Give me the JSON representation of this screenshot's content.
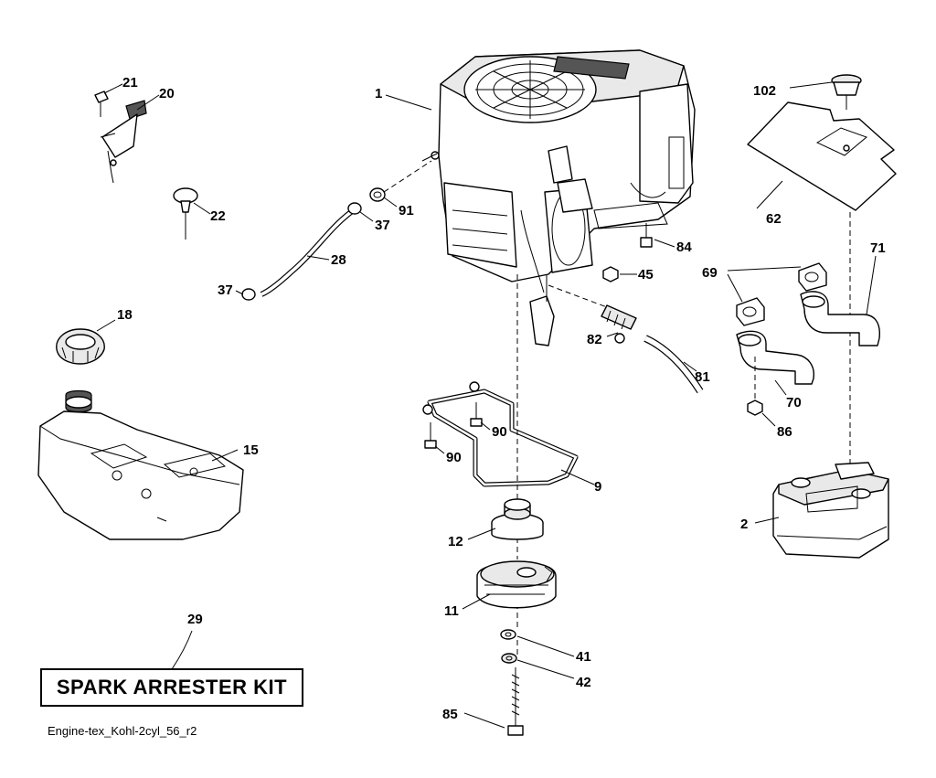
{
  "labels": {
    "p1": "1",
    "p2": "2",
    "p9": "9",
    "p11": "11",
    "p12": "12",
    "p15": "15",
    "p18": "18",
    "p20": "20",
    "p21": "21",
    "p22": "22",
    "p28": "28",
    "p29": "29",
    "p37a": "37",
    "p37b": "37",
    "p41": "41",
    "p42": "42",
    "p45": "45",
    "p62": "62",
    "p69": "69",
    "p70": "70",
    "p71": "71",
    "p81": "81",
    "p82": "82",
    "p84": "84",
    "p85": "85",
    "p86": "86",
    "p90a": "90",
    "p90b": "90",
    "p91": "91",
    "p102": "102"
  },
  "kit_box": {
    "text": "SPARK ARRESTER KIT"
  },
  "footer": {
    "filename": "Engine-tex_Kohl-2cyl_56_r2"
  }
}
